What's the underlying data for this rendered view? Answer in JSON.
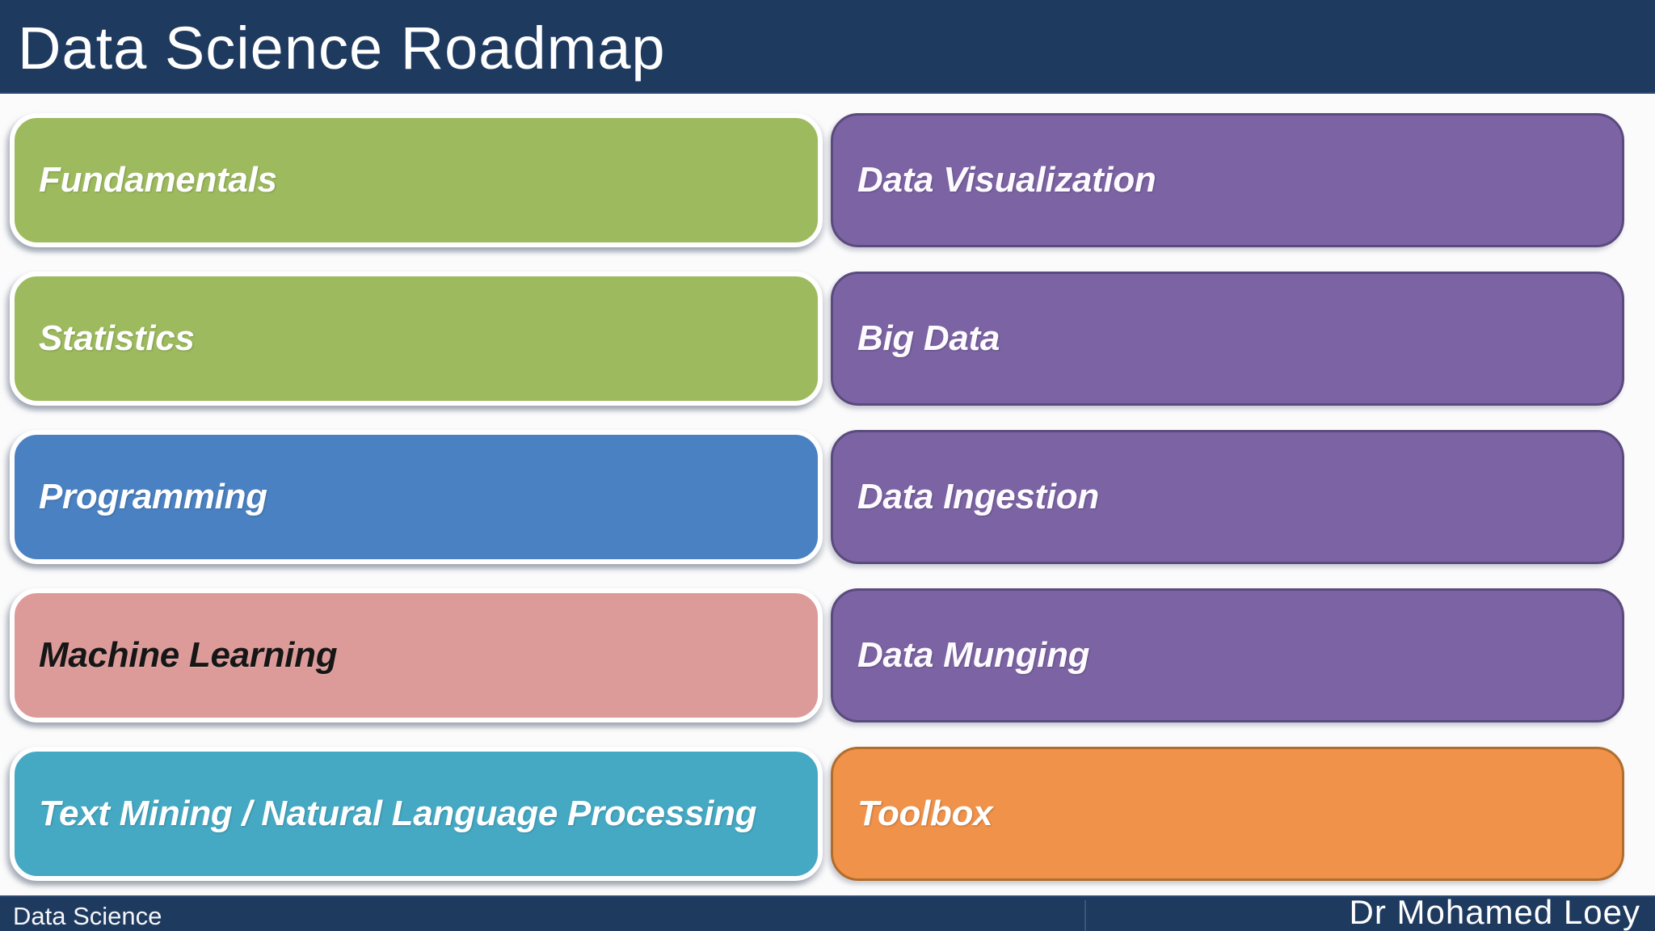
{
  "slide": {
    "title": "Data Science Roadmap",
    "footer_left": "Data Science",
    "footer_right": "Dr Mohamed Loey"
  },
  "colors": {
    "header_navy": "#1f3a5f",
    "green": "#9dba5e",
    "blue": "#4a81c2",
    "pink": "#dc9b99",
    "teal": "#45a9c4",
    "purple": "#7c64a4",
    "purple_border": "#5a4a7d",
    "orange": "#f0924a",
    "orange_border": "#b06d2c",
    "background": "#fbfbfc"
  },
  "roadmap": {
    "left_column": [
      {
        "label": "Fundamentals",
        "color": "#9dba5e",
        "text_color": "#ffffff"
      },
      {
        "label": "Statistics",
        "color": "#9dba5e",
        "text_color": "#ffffff"
      },
      {
        "label": "Programming",
        "color": "#4a81c2",
        "text_color": "#ffffff"
      },
      {
        "label": "Machine Learning",
        "color": "#dc9b99",
        "text_color": "#161616"
      },
      {
        "label": "Text Mining / Natural Language Processing",
        "color": "#45a9c4",
        "text_color": "#ffffff"
      }
    ],
    "right_column": [
      {
        "label": "Data Visualization",
        "color": "#7c64a4",
        "text_color": "#fdfbff"
      },
      {
        "label": "Big Data",
        "color": "#7c64a4",
        "text_color": "#fdfbff"
      },
      {
        "label": "Data Ingestion",
        "color": "#7c64a4",
        "text_color": "#fdfbff"
      },
      {
        "label": "Data Munging",
        "color": "#7c64a4",
        "text_color": "#fdfbff"
      },
      {
        "label": "Toolbox",
        "color": "#f0924a",
        "text_color": "#ffffff"
      }
    ]
  }
}
